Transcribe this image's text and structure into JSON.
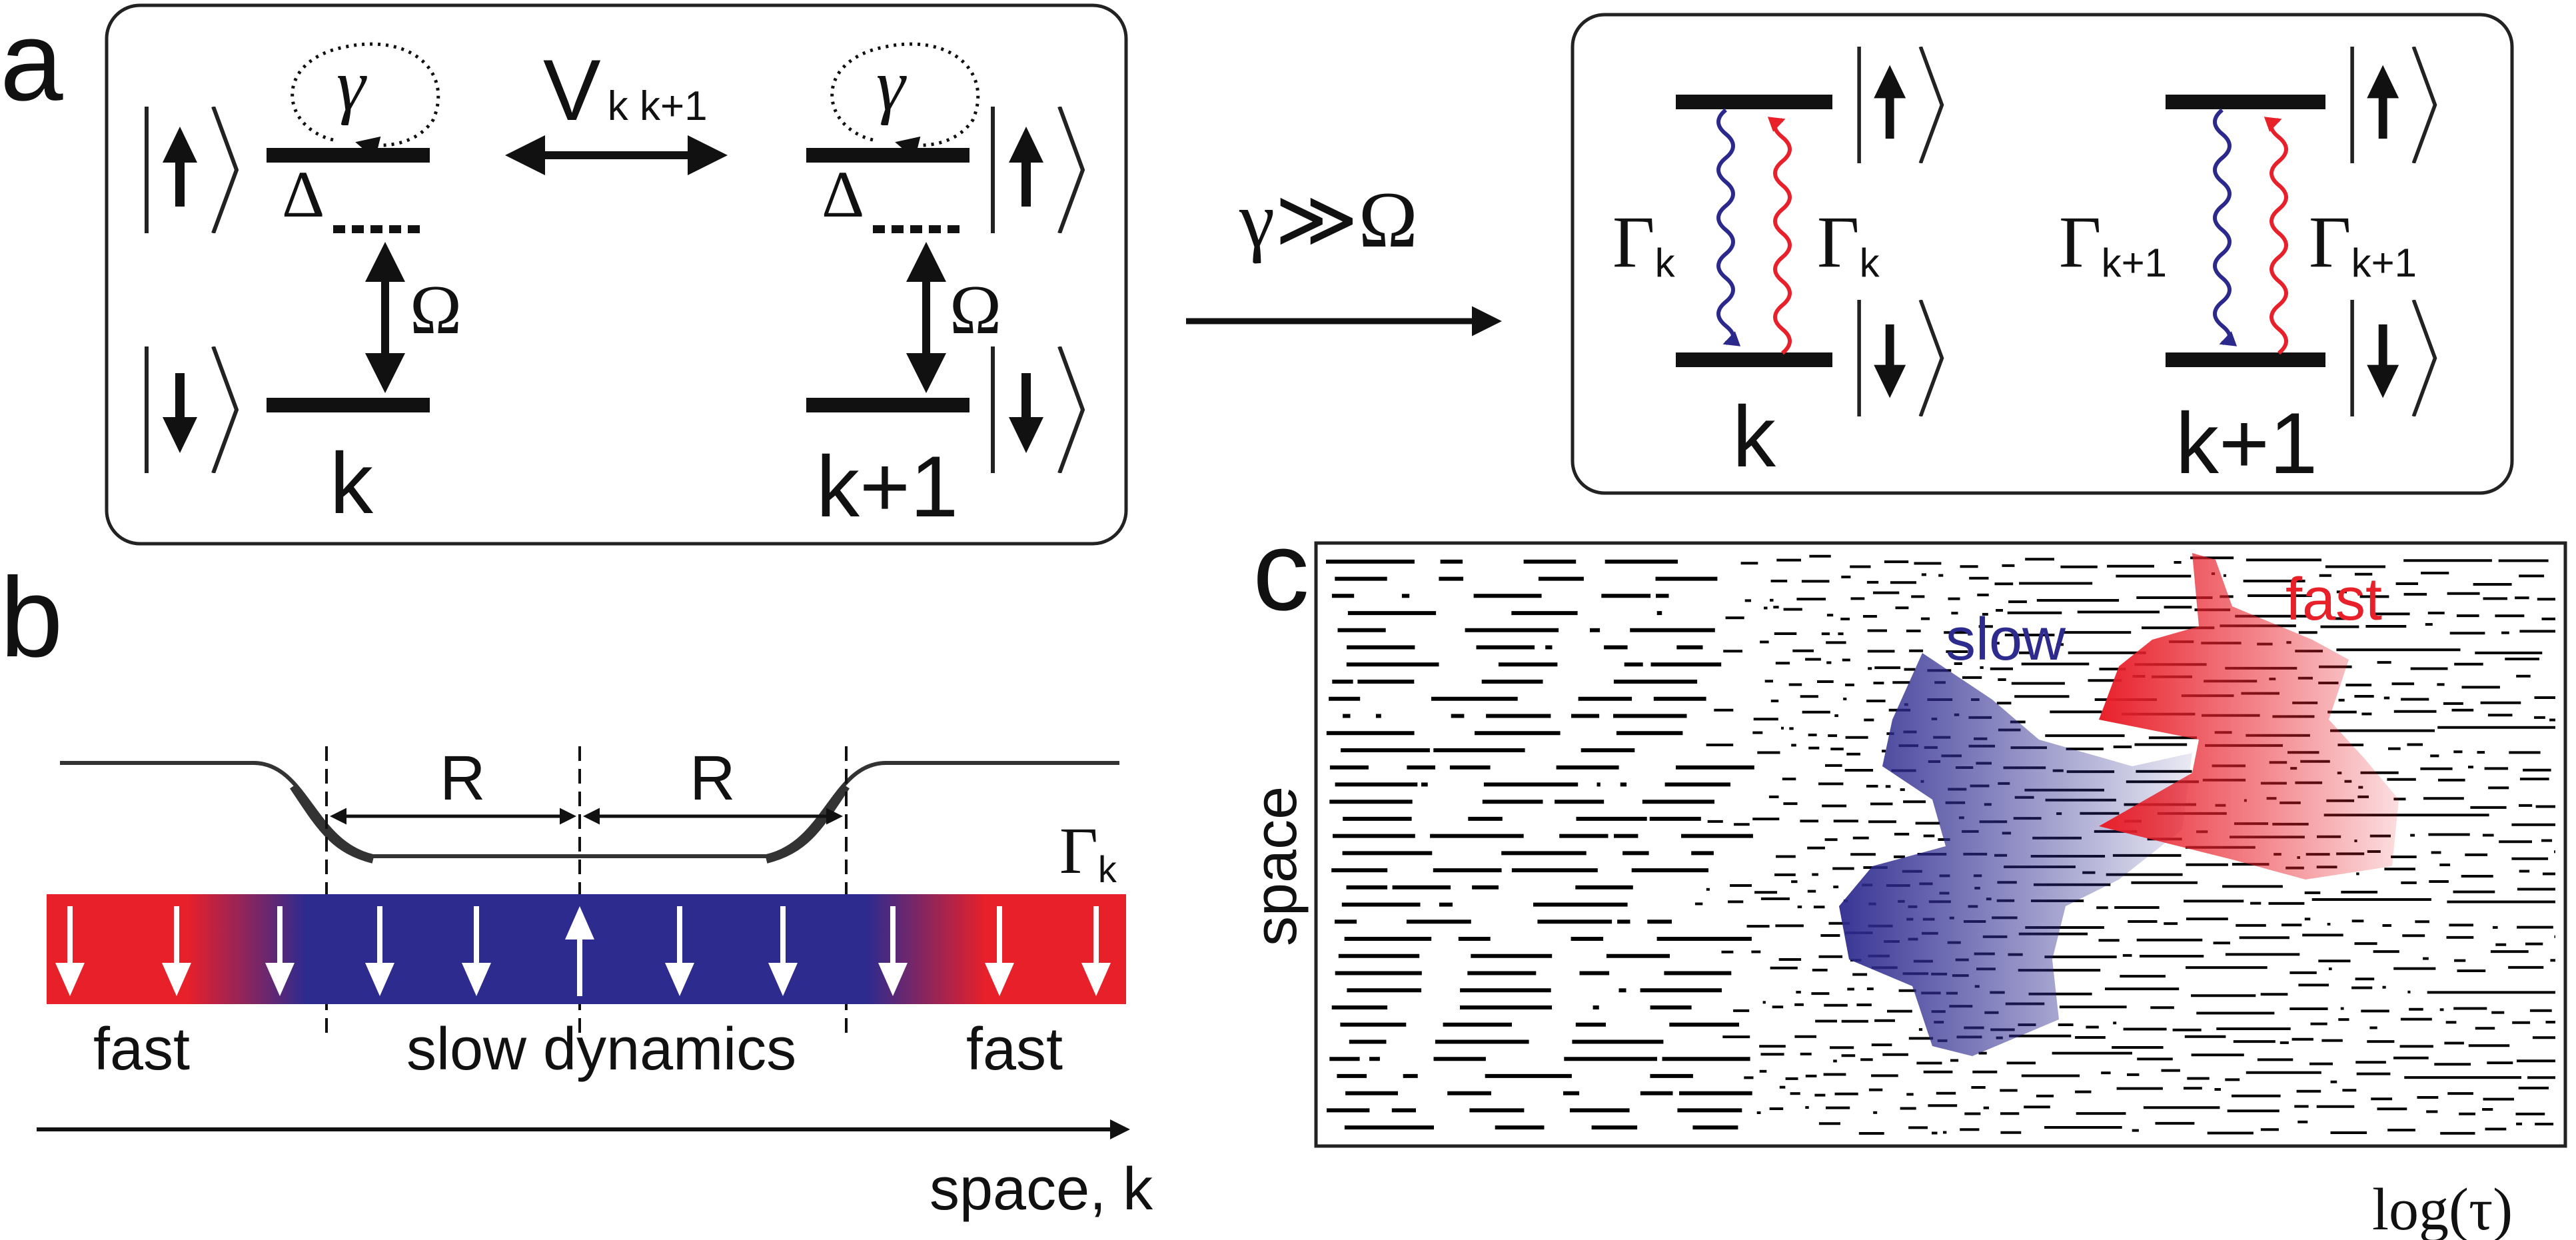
{
  "panels": {
    "a": "a",
    "b": "b",
    "c": "c"
  },
  "panel_a": {
    "coupling": "V",
    "coupling_sub": "k k+1",
    "dephasing": "γ",
    "detuning": "Δ",
    "drive": "Ω",
    "site_left": "k",
    "site_right": "k+1",
    "limit_label": "γ≫Ω",
    "rate": "Γ",
    "rate_sub_left": "k",
    "rate_sub_right": "k+1",
    "up_state": "↑",
    "down_state": "↓",
    "colors": {
      "decay": "#2b2a8c",
      "excite": "#e8202a"
    }
  },
  "panel_b": {
    "radius": "R",
    "rate_label": "Γ",
    "rate_sub": "k",
    "fast_left": "fast",
    "slow": "slow dynamics",
    "fast_right": "fast",
    "axis": "space, k",
    "colors": {
      "fast": "#e8202a",
      "slow": "#2e2b8f"
    }
  },
  "panel_c": {
    "y_label": "space",
    "x_label": "log(τ)",
    "slow_label": "slow",
    "fast_label": "fast",
    "colors": {
      "slow": "#2e2b8f",
      "fast": "#e8202a"
    }
  }
}
